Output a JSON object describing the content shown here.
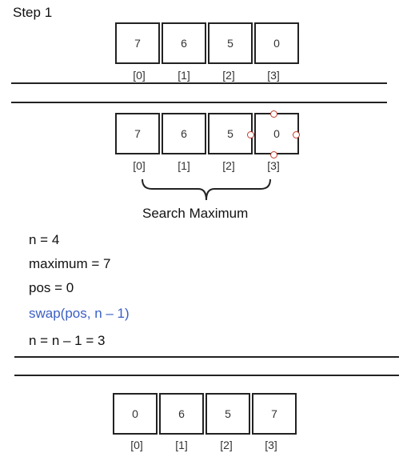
{
  "step_title": "Step 1",
  "arrays": [
    {
      "values": [
        "7",
        "6",
        "5",
        "0"
      ],
      "indices": [
        "[0]",
        "[1]",
        "[2]",
        "[3]"
      ]
    },
    {
      "values": [
        "7",
        "6",
        "5",
        "0"
      ],
      "indices": [
        "[0]",
        "[1]",
        "[2]",
        "[3]"
      ]
    },
    {
      "values": [
        "0",
        "6",
        "5",
        "7"
      ],
      "indices": [
        "[0]",
        "[1]",
        "[2]",
        "[3]"
      ]
    }
  ],
  "brace_label": "Search Maximum",
  "variables": [
    {
      "text": "n = 4",
      "highlight": false
    },
    {
      "text": "maximum = 7",
      "highlight": false
    },
    {
      "text": "pos = 0",
      "highlight": false
    },
    {
      "text": "swap(pos, n – 1)",
      "highlight": true
    },
    {
      "text": "n = n – 1 = 3",
      "highlight": false
    }
  ],
  "colors": {
    "highlight_text": "#3b5fc4",
    "selection_handle": "#c0392b"
  }
}
